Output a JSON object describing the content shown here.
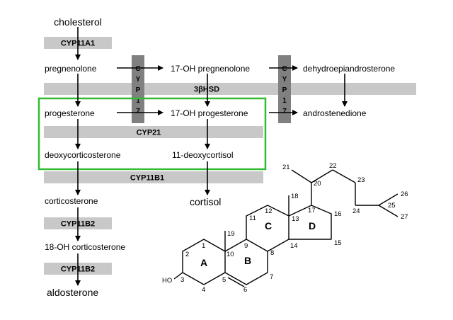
{
  "metabolites": {
    "cholesterol": "cholesterol",
    "pregnenolone": "pregnenolone",
    "oh17_pregnenolone": "17-OH pregnenolone",
    "dhea": "dehydroepiandrosterone",
    "progesterone": "progesterone",
    "oh17_progesterone": "17-OH progesterone",
    "androstenedione": "androstenedione",
    "deoxycorticosterone": "deoxycorticosterone",
    "deoxycortisol": "11-deoxycortisol",
    "corticosterone": "corticosterone",
    "cortisol": "cortisol",
    "oh18_corticosterone": "18-OH corticosterone",
    "aldosterone": "aldosterone"
  },
  "enzymes": {
    "cyp11a1": "CYP11A1",
    "hsd3b": "3βHSD",
    "cyp21": "CYP21",
    "cyp11b1": "CYP11B1",
    "cyp11b2_a": "CYP11B2",
    "cyp11b2_b": "CYP11B2",
    "cyp17_letters_1": [
      "C",
      "Y",
      "P",
      "1",
      "7"
    ],
    "cyp17_letters_2": [
      "C",
      "Y",
      "P",
      "1",
      "7"
    ]
  },
  "structure": {
    "rings": [
      "A",
      "B",
      "C",
      "D"
    ],
    "hydroxyl": "HO",
    "carbons": [
      "1",
      "2",
      "3",
      "4",
      "5",
      "6",
      "7",
      "8",
      "9",
      "10",
      "11",
      "12",
      "13",
      "14",
      "15",
      "16",
      "17",
      "18",
      "19",
      "20",
      "21",
      "22",
      "23",
      "24",
      "25",
      "26",
      "27"
    ]
  },
  "colors": {
    "enzyme_bar": "#c8c8c8",
    "cyp17_bar": "#808080",
    "highlight_box": "#33bb33"
  }
}
